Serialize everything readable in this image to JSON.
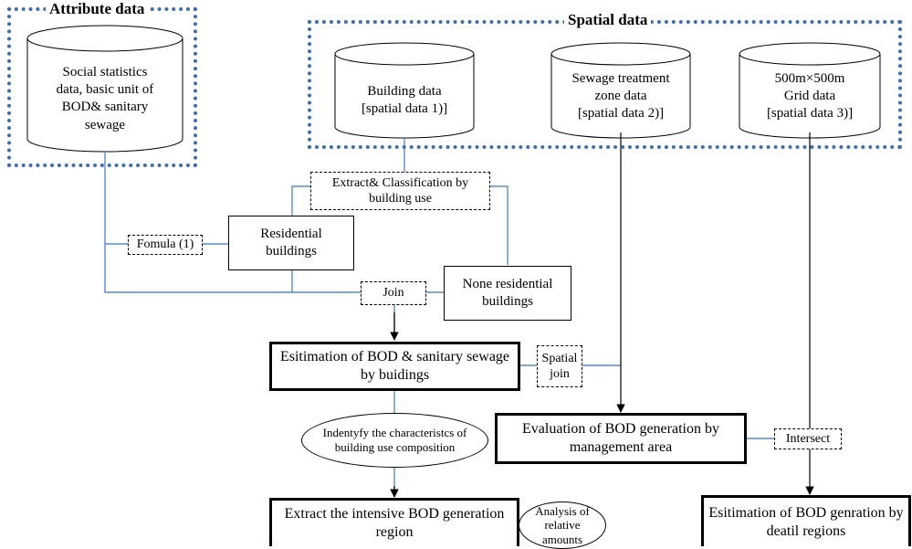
{
  "groups": {
    "attribute": "Attribute data",
    "spatial": "Spatial data"
  },
  "cylinders": {
    "social": [
      "Social statistics",
      "data, basic unit of",
      "BOD& sanitary",
      "sewage"
    ],
    "building": [
      "Building data",
      "[spatial data 1)]"
    ],
    "sewage_zone": [
      "Sewage treatment",
      "zone data",
      "[spatial data 2)]"
    ],
    "grid": [
      "500m×500m",
      "Grid data",
      "[spatial data 3)]"
    ]
  },
  "ops": {
    "extract_classify": "Extract& Classification by building use",
    "formula": "Fomula (1)",
    "join": "Join",
    "spatial_join": "Spatial join",
    "intersect": "Intersect",
    "identify": "Indentyfy the characteristcs of building use composition",
    "analysis": "Analysis of relative amounts"
  },
  "nodes": {
    "residential": "Residential buildings",
    "non_residential": "None residential buildings",
    "estimation_buildings": "Esitimation of BOD & sanitary sewage by buidings",
    "evaluation_mgmt": "Evaluation of BOD generation by management area",
    "extract_region": "Extract the intensive BOD generation region",
    "estimation_regions": "Esitimation of BOD genration by deatil regions"
  },
  "colors": {
    "group_border": "#3e6fa8",
    "connector_blue": "#5b8cc6",
    "arrow": "#000000"
  }
}
